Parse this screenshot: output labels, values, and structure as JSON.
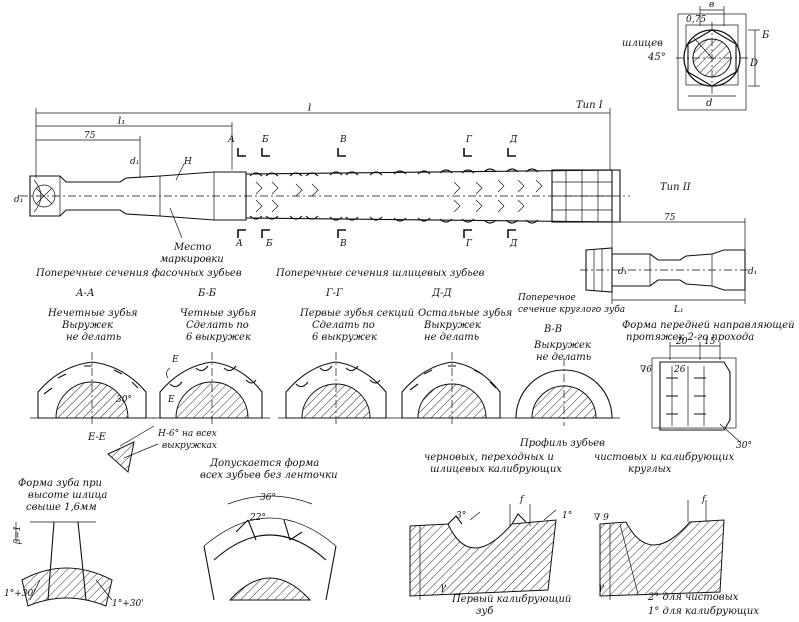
{
  "labels": {
    "spline_note": "шлицев",
    "angle_45": "45°",
    "dim_b_top": "в",
    "dim_075": "0,75",
    "dim_B": "Б",
    "dim_D": "D",
    "dim_d": "d",
    "type1": "Тип I",
    "type2": "Тип II",
    "dim_l": "l",
    "dim_l1": "l₁",
    "dim_75": "75",
    "dim_d1": "d₁",
    "dim_d_left": "d₁",
    "mark_H": "Н",
    "marking_place_1": "Место",
    "marking_place_2": "маркировки",
    "sec_A": "А",
    "sec_B": "Б",
    "sec_V": "В",
    "sec_G": "Г",
    "sec_D": "Д",
    "cross_shaped": "Поперечные сечения фасочных зубьев",
    "cross_spline": "Поперечные сечения шлицевых зубьев",
    "cross_round_1": "Поперечное",
    "cross_round_2": "сечение круглого зуба",
    "sect_AA": "А-А",
    "aa_1": "Нечетные зубья",
    "aa_2": "Выружек",
    "aa_3": "не делать",
    "sect_BB": "Б-Б",
    "bb_1": "Четные зубья",
    "bb_2": "Сделать по",
    "bb_3": "6 выкружек",
    "sect_GG": "Г-Г",
    "gg_1": "Первые зубья секций",
    "gg_2": "Сделать по",
    "gg_3": "6 выкружек",
    "sect_DD": "Д-Д",
    "dd_1": "Остальные зубья",
    "dd_2": "Выкружек",
    "dd_3": "не делать",
    "sect_VV": "В-В",
    "vv_1": "Выкружек",
    "vv_2": "не делать",
    "front_1": "Форма передней направляющей",
    "front_2": "протяжек 2-го прохода",
    "dim_20": "20",
    "dim_15": "15",
    "dim_l1b": "L₁",
    "dim_d1b": "d₁",
    "dim_d2b": "d₁",
    "dim_30a": "30°",
    "dim_30b": "30°",
    "sect_EE": "Е-Е",
    "E_mark": "Е",
    "h6_1": "Н-6° на всех",
    "h6_2": "выкружках",
    "tooth_prof": "Профиль зубьев",
    "rough_1": "черновых, переходных и",
    "rough_2": "шлицевых калибрующих",
    "finish_1": "чистовых и калибрующих",
    "finish_2": "круглых",
    "allowed_1": "Допускается форма",
    "allowed_2": "всех зубьев без ленточки",
    "form_1": "Форма зуба при",
    "form_2": "высоте шлица",
    "form_3": "свыше 1,6мм",
    "dim_36": "36°",
    "dim_22": "22°",
    "dim_3deg": "3°",
    "dim_1deg": "1°",
    "dim_f1": "f",
    "dim_f2": "f",
    "gamma1": "γ",
    "gamma2": "γ",
    "first_cal_1": "Первый калибрующий",
    "first_cal_2": "зуб",
    "rough9": "∇ 9",
    "fin_1": "2° для чистовых",
    "fin_2": "1° для калибрующих",
    "ang_1_30a": "1°+30'",
    "ang_1_30b": "1°+30'",
    "h_l": "β=1",
    "rough6": "∇6",
    "dim_26": "26"
  }
}
